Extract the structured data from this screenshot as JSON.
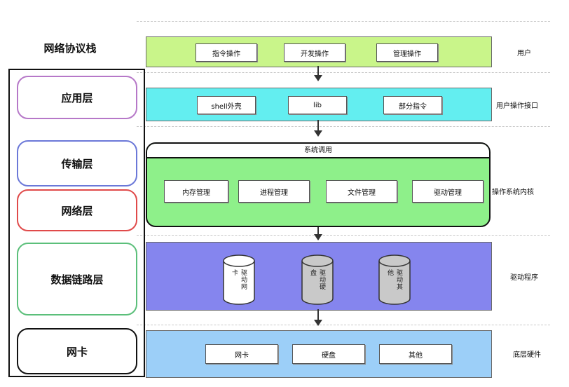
{
  "protocol": {
    "title": "网络协议栈",
    "layers": [
      {
        "label": "应用层",
        "border": "#b678c8"
      },
      {
        "label": "传输层",
        "border": "#6b78d8"
      },
      {
        "label": "网络层",
        "border": "#e04a4a"
      },
      {
        "label": "数据链路层",
        "border": "#5bbf7a"
      },
      {
        "label": "网卡",
        "border": "#111111"
      }
    ]
  },
  "bands": {
    "user": {
      "items": [
        "指令操作",
        "开发操作",
        "管理操作"
      ],
      "side_label": "用户",
      "fill": "#c9f58a"
    },
    "interface": {
      "items": [
        "shell外壳",
        "lib",
        "部分指令"
      ],
      "side_label": "用户操作接口",
      "fill": "#63eef0"
    },
    "kernel": {
      "header": "系统调用",
      "items": [
        "内存管理",
        "进程管理",
        "文件管理",
        "驱动管理"
      ],
      "side_label": "操作系统内核",
      "fill": "#8ef08a"
    },
    "driver": {
      "items": [
        "驱动网卡",
        "驱动硬盘",
        "驱动其他"
      ],
      "side_label": "驱动程序",
      "fill": "#8585ee"
    },
    "hardware": {
      "items": [
        "网卡",
        "硬盘",
        "其他"
      ],
      "side_label": "底层硬件",
      "fill": "#9ccff8"
    }
  }
}
